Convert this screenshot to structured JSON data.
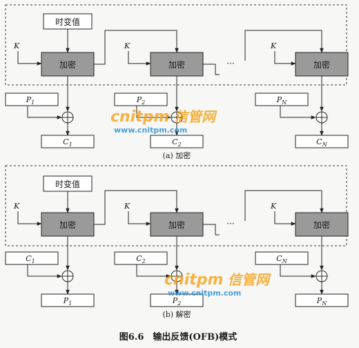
{
  "colors": {
    "box_gray": "#9a9a9a",
    "line": "#222222",
    "background": "#f7f7f5",
    "watermark_orange": "#f5a623",
    "watermark_blue": "#2a8fd6"
  },
  "common": {
    "time_value_label": "时变值",
    "key_label": "K",
    "encrypt_label": "加密",
    "ellipsis": "···"
  },
  "panel_a": {
    "inputs": [
      {
        "base": "P",
        "sub": "1"
      },
      {
        "base": "P",
        "sub": "2"
      },
      {
        "base": "P",
        "sub": "N"
      }
    ],
    "outputs": [
      {
        "base": "C",
        "sub": "1"
      },
      {
        "base": "C",
        "sub": "2"
      },
      {
        "base": "C",
        "sub": "N"
      }
    ],
    "caption": "(a) 加密"
  },
  "panel_b": {
    "inputs": [
      {
        "base": "C",
        "sub": "1"
      },
      {
        "base": "C",
        "sub": "2"
      },
      {
        "base": "C",
        "sub": "N"
      }
    ],
    "outputs": [
      {
        "base": "P",
        "sub": "1"
      },
      {
        "base": "P",
        "sub": "2"
      },
      {
        "base": "P",
        "sub": "N"
      }
    ],
    "caption": "(b) 解密"
  },
  "figure_caption": "图6.6　输出反馈(OFB)模式",
  "watermark": {
    "brand_latin": "cnitpm",
    "brand_cn": "信管网",
    "url": "www.cnitpm.com"
  }
}
